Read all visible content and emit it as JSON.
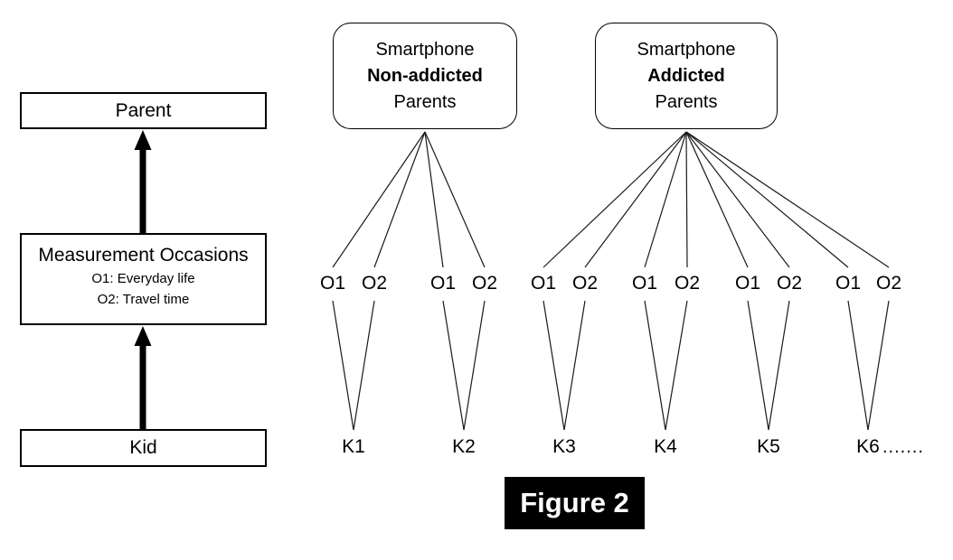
{
  "figure_label": "Figure 2",
  "colors": {
    "background": "#ffffff",
    "line": "#1a1a1a",
    "box_border": "#000000",
    "figure_label_bg": "#000000",
    "figure_label_text": "#ffffff"
  },
  "left_panel": {
    "parent_label": "Parent",
    "measurement_title": "Measurement Occasions",
    "occasion_descriptions": [
      "O1: Everyday life",
      "O2: Travel time"
    ],
    "kid_label": "Kid"
  },
  "right_panel": {
    "groups": [
      {
        "title": [
          "Smartphone",
          "Non-addicted",
          "Parents"
        ],
        "bold_line_index": 1,
        "kids": [
          {
            "label": "K1",
            "occasions": [
              "O1",
              "O2"
            ]
          },
          {
            "label": "K2",
            "occasions": [
              "O1",
              "O2"
            ]
          }
        ]
      },
      {
        "title": [
          "Smartphone",
          "Addicted",
          "Parents"
        ],
        "bold_line_index": 1,
        "kids": [
          {
            "label": "K3",
            "occasions": [
              "O1",
              "O2"
            ]
          },
          {
            "label": "K4",
            "occasions": [
              "O1",
              "O2"
            ]
          },
          {
            "label": "K5",
            "occasions": [
              "O1",
              "O2"
            ]
          },
          {
            "label": "K6",
            "occasions": [
              "O1",
              "O2"
            ]
          }
        ]
      }
    ],
    "ellipsis": "......."
  }
}
